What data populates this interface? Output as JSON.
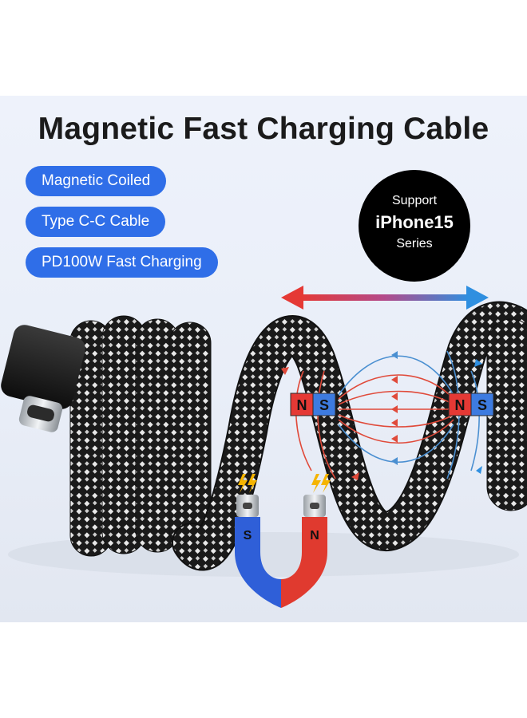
{
  "title": "Magnetic Fast Charging Cable",
  "features": [
    "Magnetic Coiled",
    "Type C-C Cable",
    "PD100W Fast Charging"
  ],
  "badge": {
    "line1": "Support",
    "line2": "iPhone15",
    "line3": "Series"
  },
  "magnet_labels": {
    "north": "N",
    "south": "S"
  },
  "colors": {
    "pill": "#2f6ee8",
    "north": "#e53935",
    "south": "#2f6ee8",
    "badge": "#000000",
    "title": "#1b1b1b"
  },
  "icons": [
    "double-arrow-icon",
    "lightning-icon",
    "usb-c-plug-icon",
    "horseshoe-magnet-icon"
  ]
}
